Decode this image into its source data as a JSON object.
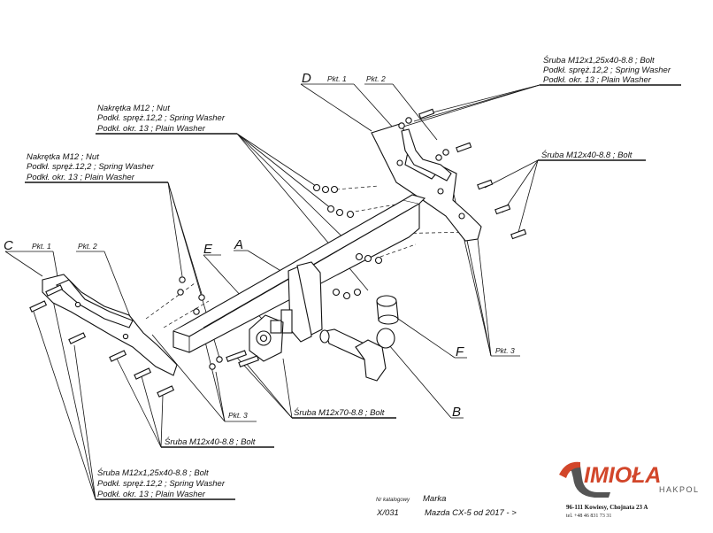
{
  "callouts": {
    "top_right_a": [
      "Śruba M12x1,25x40-8.8 ;  Bolt",
      "Podkł. spręż.12,2 ; Spring Washer",
      "Podkł. okr. 13 ; Plain Washer"
    ],
    "bolt_right": "Śruba M12x40-8.8 ;  Bolt",
    "nut_center": [
      "Nakrętka  M12 ; Nut",
      "Podkł. spręż.12,2 ; Spring Washer",
      "Podkł. okr. 13 ; Plain Washer"
    ],
    "nut_left": [
      "Nakrętka  M12 ; Nut",
      "Podkł. spręż.12,2 ; Spring Washer",
      "Podkł. okr. 13 ; Plain Washer"
    ],
    "bolt_m12x70": "Śruba M12x70-8.8 ;  Bolt",
    "bolt_m12x40_bottom": "Śruba M12x40-8.8 ;  Bolt",
    "bottom_left": [
      "Śruba M12x1,25x40-8.8 ;  Bolt",
      "Podkł. spręż.12,2 ; Spring Washer",
      "Podkł. okr. 13 ; Plain Washer"
    ]
  },
  "part_letters": {
    "A": "A",
    "B": "B",
    "C": "C",
    "D": "D",
    "E": "E",
    "F": "F"
  },
  "pkt": {
    "p1": "Pkt. 1",
    "p2": "Pkt. 2",
    "p3": "Pkt. 3"
  },
  "footer": {
    "catalog_label": "Nr katalogowy",
    "catalog_value": "X/031",
    "brand_label": "Marka",
    "model": "Mazda CX-5   od  2017 - >"
  },
  "company": {
    "logo_text": "IMIOŁA",
    "logo_sub": "HAKPOL",
    "address": "96-111 Kowiesy, Chojnata 23 A",
    "phone": "tel. +48 46 831 73 31",
    "brand_color": "#d2462a"
  }
}
